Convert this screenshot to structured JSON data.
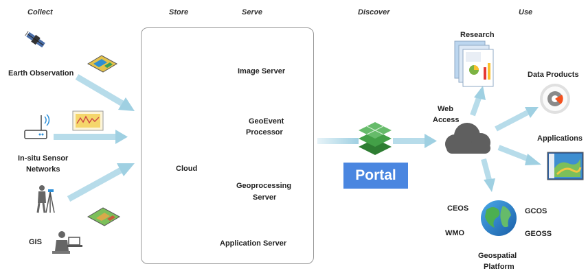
{
  "headers": {
    "collect": "Collect",
    "store": "Store",
    "serve": "Serve",
    "discover": "Discover",
    "use": "Use"
  },
  "collect": {
    "earth_observation": "Earth Observation",
    "insitu_line1": "In-situ Sensor",
    "insitu_line2": "Networks",
    "gis": "GIS"
  },
  "store": {
    "cloud": "Cloud"
  },
  "serve": {
    "image_server": "Image Server",
    "geoevent_line1": "GeoEvent",
    "geoevent_line2": "Processor",
    "geoprocessing_line1": "Geoprocessing",
    "geoprocessing_line2": "Server",
    "application_server": "Application Server"
  },
  "discover": {
    "portal": "Portal"
  },
  "use": {
    "web_access_line1": "Web",
    "web_access_line2": "Access",
    "research": "Research",
    "data_products": "Data Products",
    "applications": "Applications",
    "ceos": "CEOS",
    "wmo": "WMO",
    "gcos": "GCOS",
    "geoss": "GEOSS",
    "platform_line1": "Geospatial",
    "platform_line2": "Platform"
  },
  "colors": {
    "arrow": "#a9d6e5",
    "cloud": "#5f5f5f",
    "portal": "#4a86e0",
    "server_orange": "#e8743b",
    "server_green": "#6aa84f",
    "server_purple": "#8e63c7",
    "network_blue": "#2d8fd8"
  }
}
